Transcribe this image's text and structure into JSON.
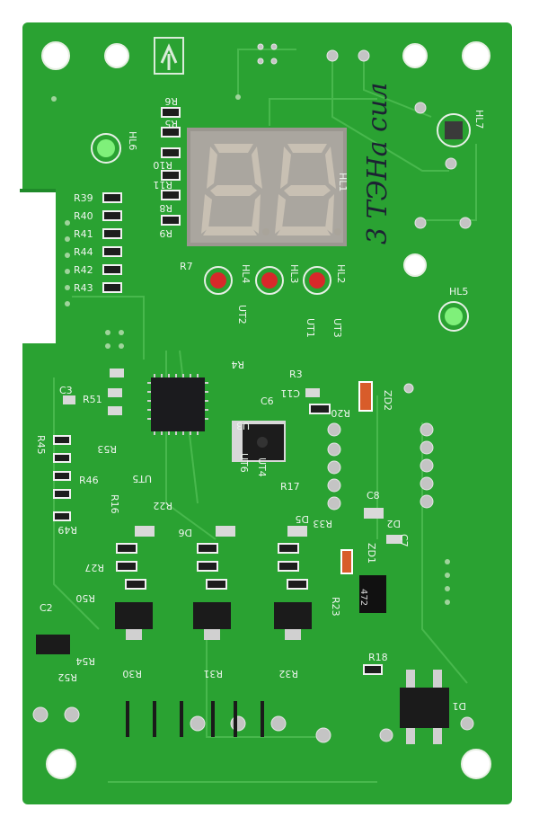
{
  "board": {
    "digits_label": "HL1",
    "led_labels": [
      "HL6",
      "HL7",
      "HL5",
      "HL2",
      "HL3",
      "HL4"
    ],
    "resistor_labels": [
      "R6",
      "R5",
      "R10",
      "R11",
      "R8",
      "R9",
      "R39",
      "R40",
      "R41",
      "R44",
      "R42",
      "R43",
      "R7",
      "R4",
      "R3",
      "R20",
      "R45",
      "R51",
      "R53",
      "R46",
      "R49",
      "R16",
      "R22",
      "R27",
      "R30",
      "R31",
      "R32",
      "R50",
      "R52",
      "R54",
      "R18",
      "R23",
      "R33",
      "R17"
    ],
    "chip_labels": [
      "U3",
      "UT1",
      "UT2",
      "UT3",
      "UT4",
      "UT5",
      "UT6",
      "ZD2",
      "ZD1",
      "D1",
      "D2",
      "D5",
      "D6",
      "C2",
      "C3",
      "C6",
      "C7",
      "C8",
      "C11"
    ],
    "marking_472": "472",
    "handwritten_note": "3 ТЭНа сил"
  }
}
